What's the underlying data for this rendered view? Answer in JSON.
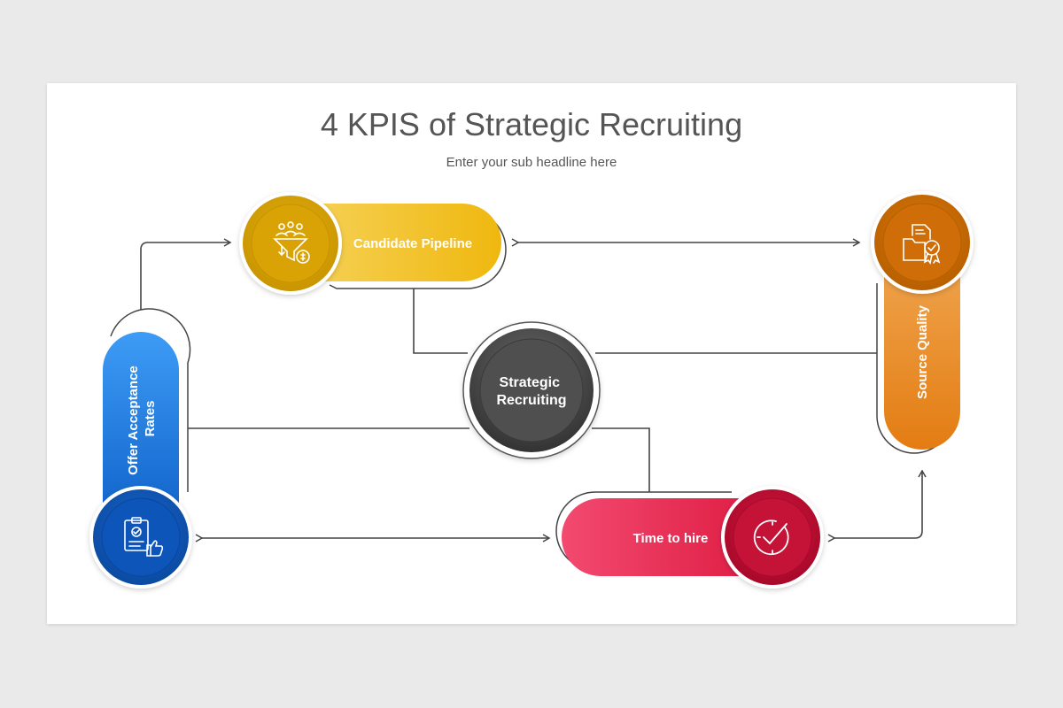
{
  "title": "4 KPIS of Strategic Recruiting",
  "subtitle": "Enter your sub headline here",
  "center": {
    "line1": "Strategic",
    "line2": "Recruiting"
  },
  "kpis": {
    "candidate_pipeline": {
      "label": "Candidate Pipeline",
      "icon": "funnel-people-icon",
      "color": "#f0b400"
    },
    "source_quality": {
      "label": "Source Quality",
      "icon": "document-badge-icon",
      "color": "#e8861a"
    },
    "time_to_hire": {
      "label": "Time to hire",
      "icon": "clock-check-icon",
      "color": "#e0224a"
    },
    "offer_acceptance": {
      "line1": "Offer Acceptance",
      "line2": "Rates",
      "icon": "clipboard-thumbs-up-icon",
      "color": "#1a6fd6"
    }
  },
  "colors": {
    "connector": "#444444",
    "center": "#4a4a4a"
  }
}
